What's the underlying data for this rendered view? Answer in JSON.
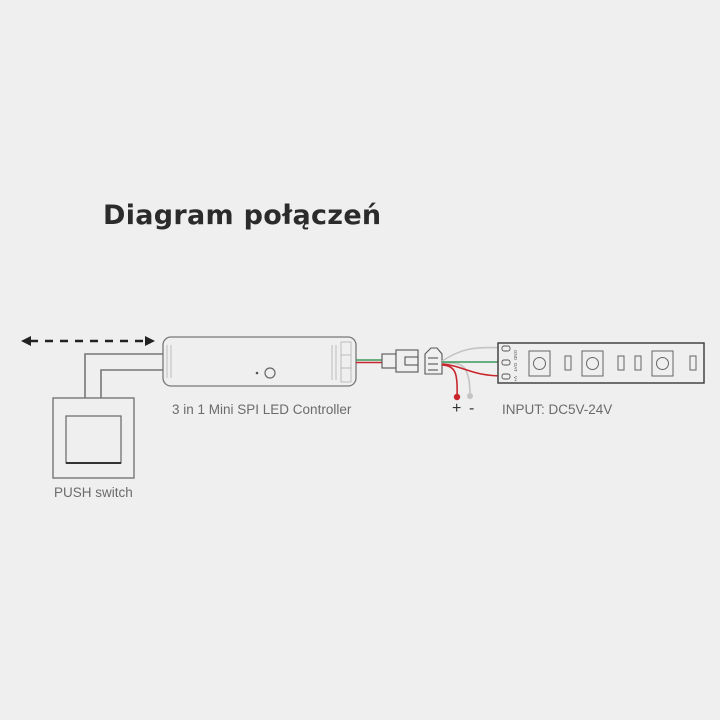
{
  "title": "Diagram połączeń",
  "labels": {
    "controller": "3 in 1 Mini SPI LED Controller",
    "switch": "PUSH switch",
    "plus": "+",
    "minus": "-",
    "input": "INPUT: DC5V-24V"
  },
  "strip_pins": [
    "GND",
    "DAT",
    "V+"
  ],
  "colors": {
    "background": "#efefef",
    "red_wire": "#c8262c",
    "green_wire": "#3a9a5a",
    "grey_wire": "#c4c4c4",
    "outline": "#555555"
  }
}
